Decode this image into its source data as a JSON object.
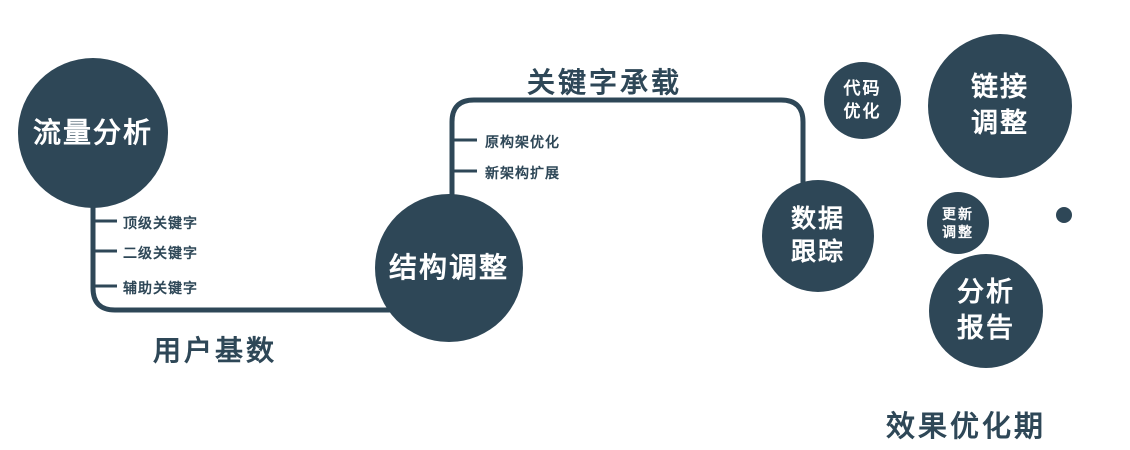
{
  "colors": {
    "ink": "#2e4757",
    "node_fill": "#2e4757",
    "node_text": "#ffffff",
    "background": "#ffffff"
  },
  "diagram": {
    "nodes": {
      "traffic": {
        "label": "流量分析"
      },
      "structure": {
        "label": "结构调整"
      },
      "tracking": {
        "label": "数据\n跟踪"
      },
      "code": {
        "label": "代码\n优化"
      },
      "link": {
        "label": "链接\n调整"
      },
      "update": {
        "label": "更新\n调整"
      },
      "report": {
        "label": "分析\n报告"
      }
    },
    "edge_labels": {
      "user_base": "用户基数",
      "keyword_carry": "关键字承载"
    },
    "traffic_ticks": [
      "顶级关键字",
      "二级关键字",
      "辅助关键字"
    ],
    "structure_ticks": [
      "原构架优化",
      "新架构扩展"
    ],
    "footer": "效果优化期"
  }
}
